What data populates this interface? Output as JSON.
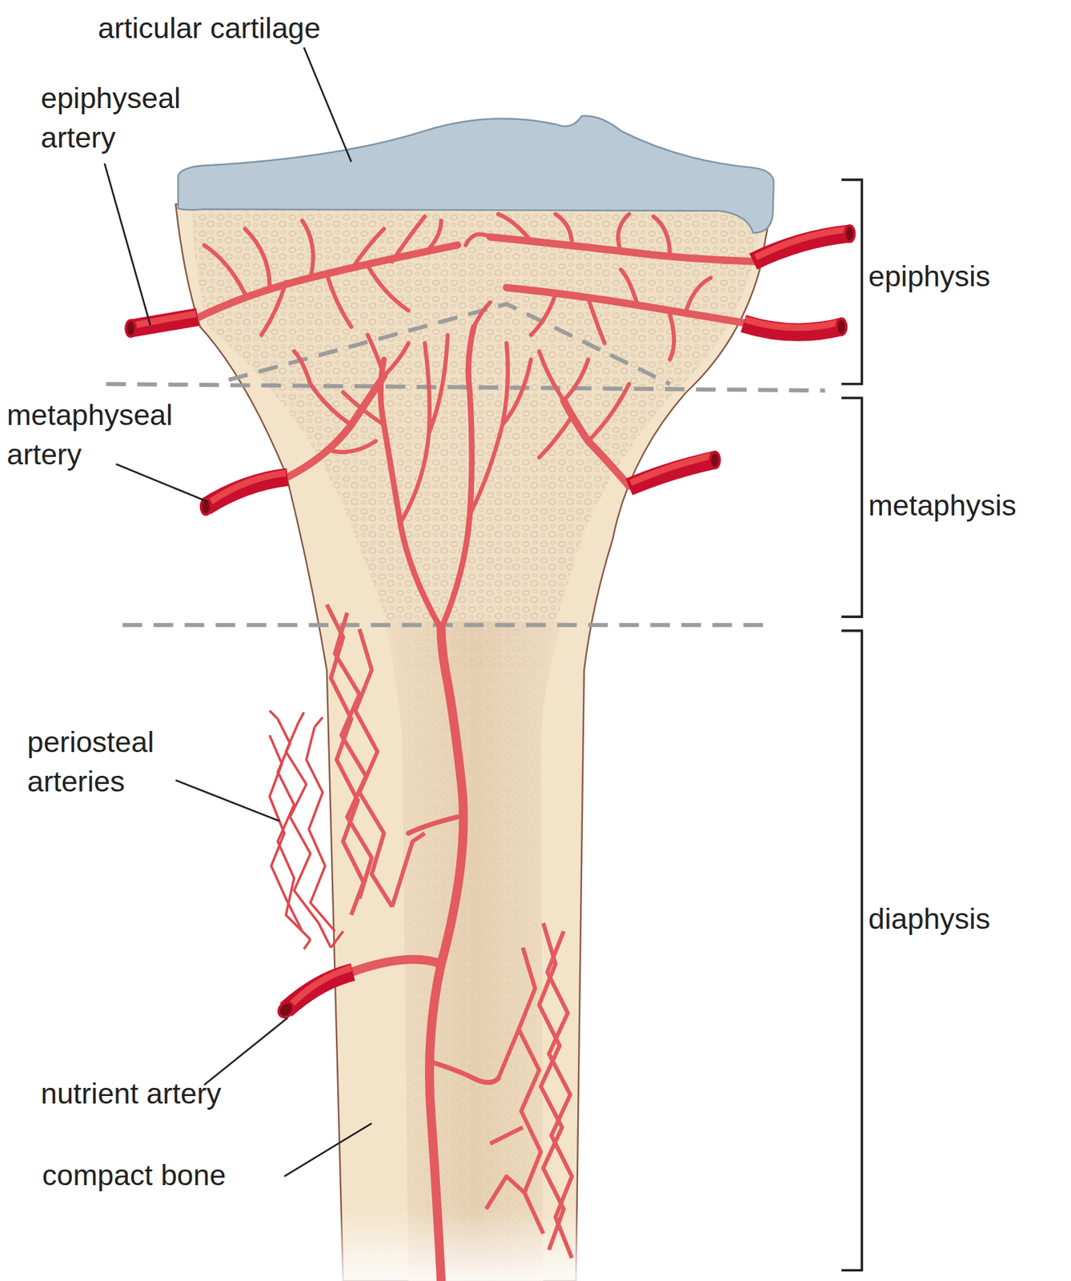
{
  "diagram": {
    "labels": [
      "articular cartilage",
      "epiphyseal artery",
      "epiphysis",
      "metaphyseal artery",
      "metaphysis",
      "periosteal arteries",
      "diaphysis",
      "nutrient artery",
      "compact bone"
    ]
  }
}
